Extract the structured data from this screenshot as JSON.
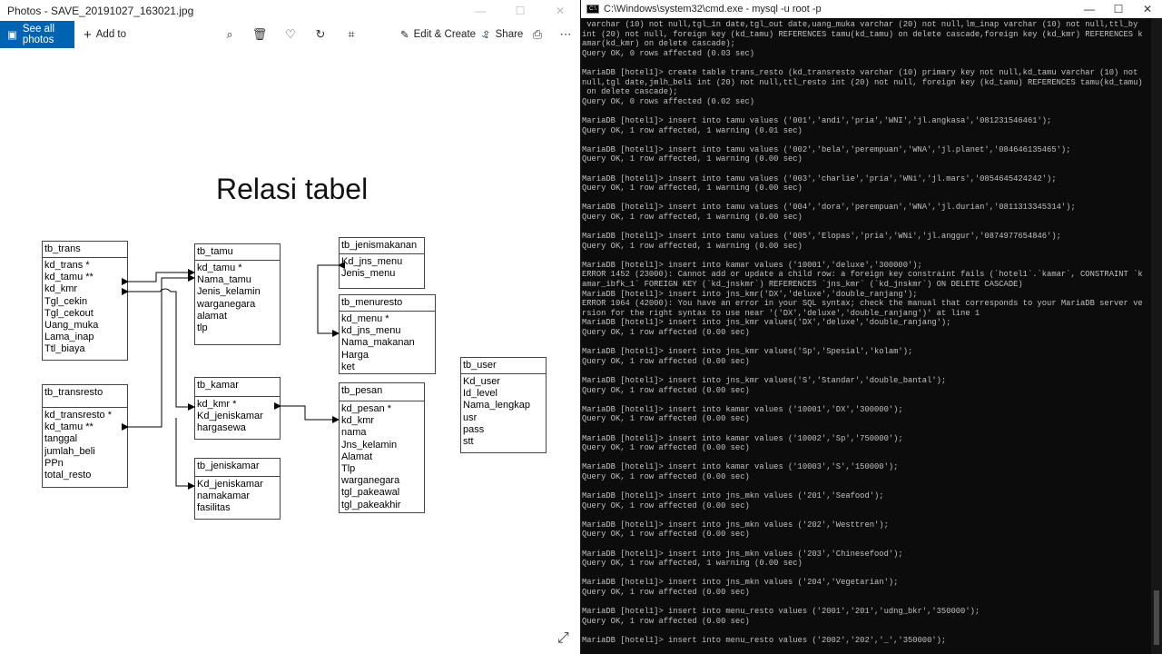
{
  "photos": {
    "title": "Photos - SAVE_20191027_163021.jpg",
    "toolbar": {
      "see_all": "See all photos",
      "add_to": "Add to",
      "edit_create": "Edit & Create",
      "share": "Share"
    },
    "slide": {
      "title": "Relasi tabel",
      "tables": [
        {
          "name": "tb_trans",
          "fields": [
            "kd_trans *",
            "kd_tamu **",
            "kd_kmr",
            "Tgl_cekin",
            "Tgl_cekout",
            "Uang_muka",
            "Lama_inap",
            "Ttl_biaya"
          ]
        },
        {
          "name": "tb_tamu",
          "fields": [
            "kd_tamu *",
            "Nama_tamu",
            "Jenis_kelamin",
            "warganegara",
            "alamat",
            "tlp"
          ]
        },
        {
          "name": "tb_jenismakanan",
          "fields": [
            "Kd_jns_menu",
            "Jenis_menu"
          ]
        },
        {
          "name": "tb_menuresto",
          "fields": [
            "kd_menu *",
            "kd_jns_menu",
            "Nama_makanan",
            "Harga",
            "ket"
          ]
        },
        {
          "name": "tb_user",
          "fields": [
            "Kd_user",
            "Id_level",
            "Nama_lengkap",
            "usr",
            "pass",
            "stt"
          ]
        },
        {
          "name": "tb_transresto",
          "fields": [
            "kd_transresto *",
            "kd_tamu **",
            "tanggal",
            "jumlah_beli",
            "PPn",
            "total_resto"
          ]
        },
        {
          "name": "tb_kamar",
          "fields": [
            "kd_kmr *",
            "Kd_jeniskamar",
            "hargasewa"
          ]
        },
        {
          "name": "tb_pesan",
          "fields": [
            "kd_pesan *",
            "kd_kmr",
            "nama",
            "Jns_kelamin",
            "Alamat",
            "Tlp",
            "warganegara",
            "tgl_pakeawal",
            "tgl_pakeakhir"
          ]
        },
        {
          "name": "tb_jeniskamar",
          "fields": [
            "Kd_jeniskamar",
            "namakamar",
            "fasilitas"
          ]
        }
      ]
    }
  },
  "cmd": {
    "title": "C:\\Windows\\system32\\cmd.exe - mysql  -u root -p",
    "lines": [
      " varchar (10) not null,tgl_in date,tgl_out date,uang_muka varchar (20) not null,lm_inap varchar (10) not null,ttl_by",
      "int (20) not null, foreign key (kd_tamu) REFERENCES tamu(kd_tamu) on delete cascade,foreign key (kd_kmr) REFERENCES k",
      "amar(kd_kmr) on delete cascade);",
      "Query OK, 0 rows affected (0.03 sec)",
      "",
      "MariaDB [hotel1]> create table trans_resto (kd_transresto varchar (10) primary key not null,kd_tamu varchar (10) not",
      "null,tgl date,jmlh_beli int (20) not null,ttl_resto int (20) not null, foreign key (kd_tamu) REFERENCES tamu(kd_tamu)",
      " on delete cascade);",
      "Query OK, 0 rows affected (0.02 sec)",
      "",
      "MariaDB [hotel1]> insert into tamu values ('001','andi','pria','WNI','jl.angkasa','081231546461');",
      "Query OK, 1 row affected, 1 warning (0.01 sec)",
      "",
      "MariaDB [hotel1]> insert into tamu values ('002','bela','perempuan','WNA','jl.planet','084646135465');",
      "Query OK, 1 row affected, 1 warning (0.00 sec)",
      "",
      "MariaDB [hotel1]> insert into tamu values ('003','charlie','pria','WNi','jl.mars','0854645424242');",
      "Query OK, 1 row affected, 1 warning (0.00 sec)",
      "",
      "MariaDB [hotel1]> insert into tamu values ('004','dora','perempuan','WNA','jl.durian','0811313345314');",
      "Query OK, 1 row affected, 1 warning (0.00 sec)",
      "",
      "MariaDB [hotel1]> insert into tamu values ('005','Elopas','pria','WNi','jl.anggur','0874977654846');",
      "Query OK, 1 row affected, 1 warning (0.00 sec)",
      "",
      "MariaDB [hotel1]> insert into kamar values ('10001','deluxe','300000');",
      "ERROR 1452 (23000): Cannot add or update a child row: a foreign key constraint fails (`hotel1`.`kamar`, CONSTRAINT `k",
      "amar_ibfk_1` FOREIGN KEY (`kd_jnskmr`) REFERENCES `jns_kmr` (`kd_jnskmr`) ON DELETE CASCADE)",
      "MariaDB [hotel1]> insert into jns_kmr('DX','deluxe','double_ranjang');",
      "ERROR 1064 (42000): You have an error in your SQL syntax; check the manual that corresponds to your MariaDB server ve",
      "rsion for the right syntax to use near '('DX','deluxe','double_ranjang')' at line 1",
      "MariaDB [hotel1]> insert into jns_kmr values('DX','deluxe','double_ranjang');",
      "Query OK, 1 row affected (0.00 sec)",
      "",
      "MariaDB [hotel1]> insert into jns_kmr values('Sp','Spesial','kolam');",
      "Query OK, 1 row affected (0.00 sec)",
      "",
      "MariaDB [hotel1]> insert into jns_kmr values('S','Standar','double_bantal');",
      "Query OK, 1 row affected (0.00 sec)",
      "",
      "MariaDB [hotel1]> insert into kamar values ('10001','DX','300000');",
      "Query OK, 1 row affected (0.00 sec)",
      "",
      "MariaDB [hotel1]> insert into kamar values ('10002','Sp','750000');",
      "Query OK, 1 row affected (0.00 sec)",
      "",
      "MariaDB [hotel1]> insert into kamar values ('10003','S','150000');",
      "Query OK, 1 row affected (0.00 sec)",
      "",
      "MariaDB [hotel1]> insert into jns_mkn values ('201','Seafood');",
      "Query OK, 1 row affected (0.00 sec)",
      "",
      "MariaDB [hotel1]> insert into jns_mkn values ('202','Westtren');",
      "Query OK, 1 row affected (0.00 sec)",
      "",
      "MariaDB [hotel1]> insert into jns_mkn values ('203','Chinesefood');",
      "Query OK, 1 row affected, 1 warning (0.00 sec)",
      "",
      "MariaDB [hotel1]> insert into jns_mkn values ('204','Vegetarian');",
      "Query OK, 1 row affected (0.00 sec)",
      "",
      "MariaDB [hotel1]> insert into menu_resto values ('2001','201','udng_bkr','350000');",
      "Query OK, 1 row affected (0.00 sec)",
      "",
      "MariaDB [hotel1]> insert into menu_resto values ('2002','202','_','350000');"
    ]
  }
}
